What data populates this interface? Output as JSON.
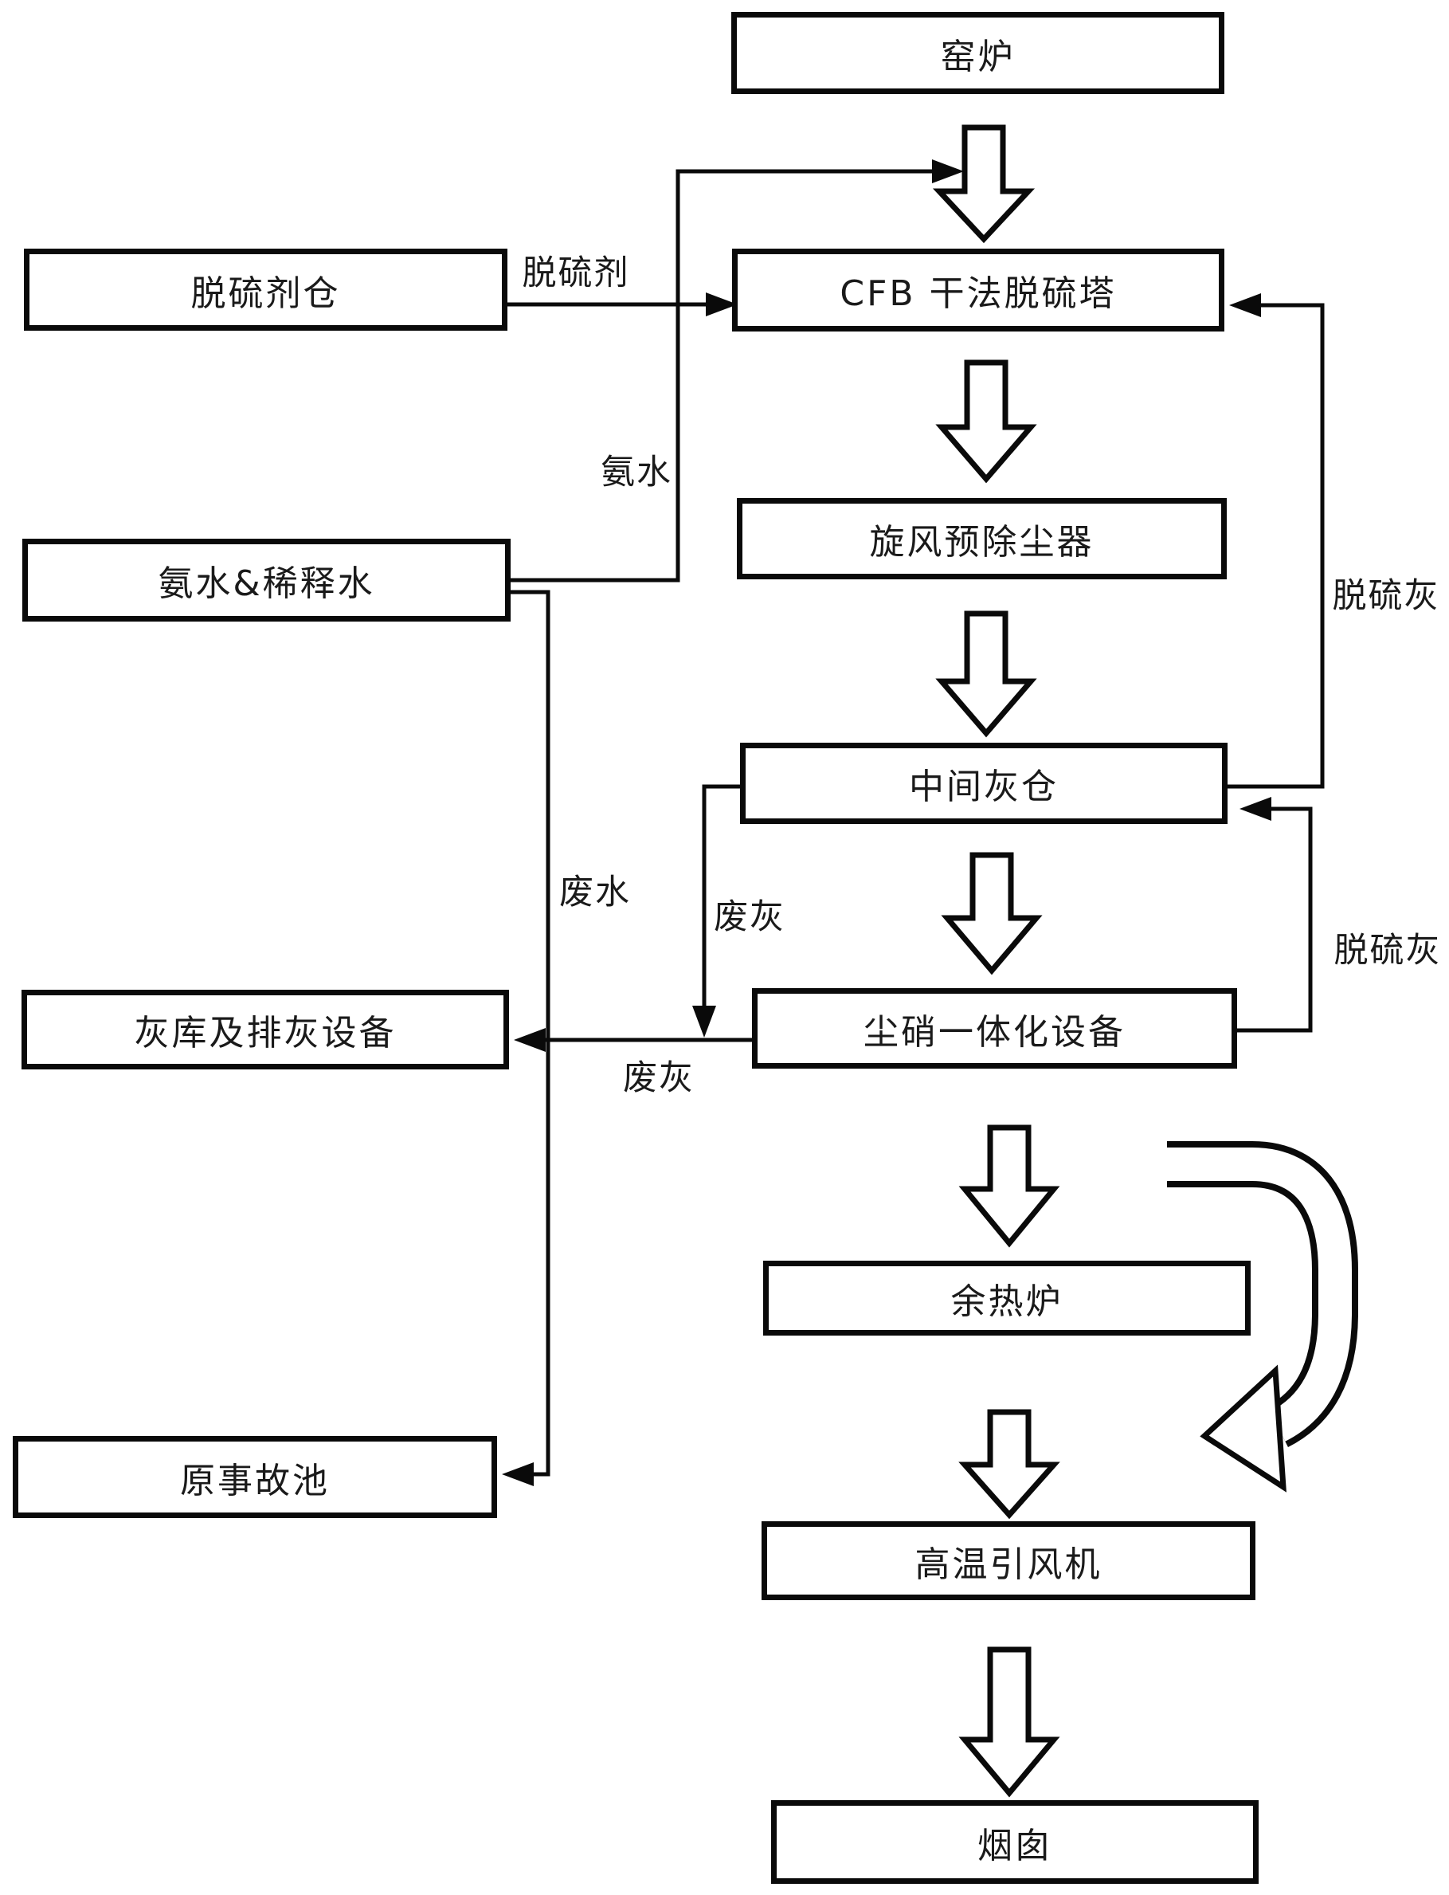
{
  "page": {
    "background_color": "#ffffff",
    "line_color": "#000000"
  },
  "boxes": [
    {
      "id": "kiln",
      "label": "窑炉"
    },
    {
      "id": "desulfurizer-bin",
      "label": "脱硫剂仓"
    },
    {
      "id": "cfb-dry-desulfurization-tower",
      "label": "CFB 干法脱硫塔"
    },
    {
      "id": "cyclone-pre-dust-collector",
      "label": "旋风预除尘器"
    },
    {
      "id": "ammonia-and-dilution-water",
      "label": "氨水&稀释水"
    },
    {
      "id": "intermediate-ash-bin",
      "label": "中间灰仓"
    },
    {
      "id": "ash-storage-and-discharge-equipment",
      "label": "灰库及排灰设备"
    },
    {
      "id": "dust-nitrate-integrated-equipment",
      "label": "尘硝一体化设备"
    },
    {
      "id": "waste-heat-furnace",
      "label": "余热炉"
    },
    {
      "id": "original-accident-pool",
      "label": "原事故池"
    },
    {
      "id": "high-temp-induced-draft-fan",
      "label": "高温引风机"
    },
    {
      "id": "chimney",
      "label": "烟囱"
    }
  ],
  "flow_labels": [
    {
      "id": "desulfurizer",
      "text": "脱硫剂"
    },
    {
      "id": "ammonia-water",
      "text": "氨水"
    },
    {
      "id": "waste-water",
      "text": "废水"
    },
    {
      "id": "desulfurized-ash-upper",
      "text": "脱硫灰"
    },
    {
      "id": "desulfurized-ash-lower",
      "text": "脱硫灰"
    },
    {
      "id": "waste-ash-middle",
      "text": "废灰"
    },
    {
      "id": "waste-ash-bottom",
      "text": "废灰"
    }
  ]
}
